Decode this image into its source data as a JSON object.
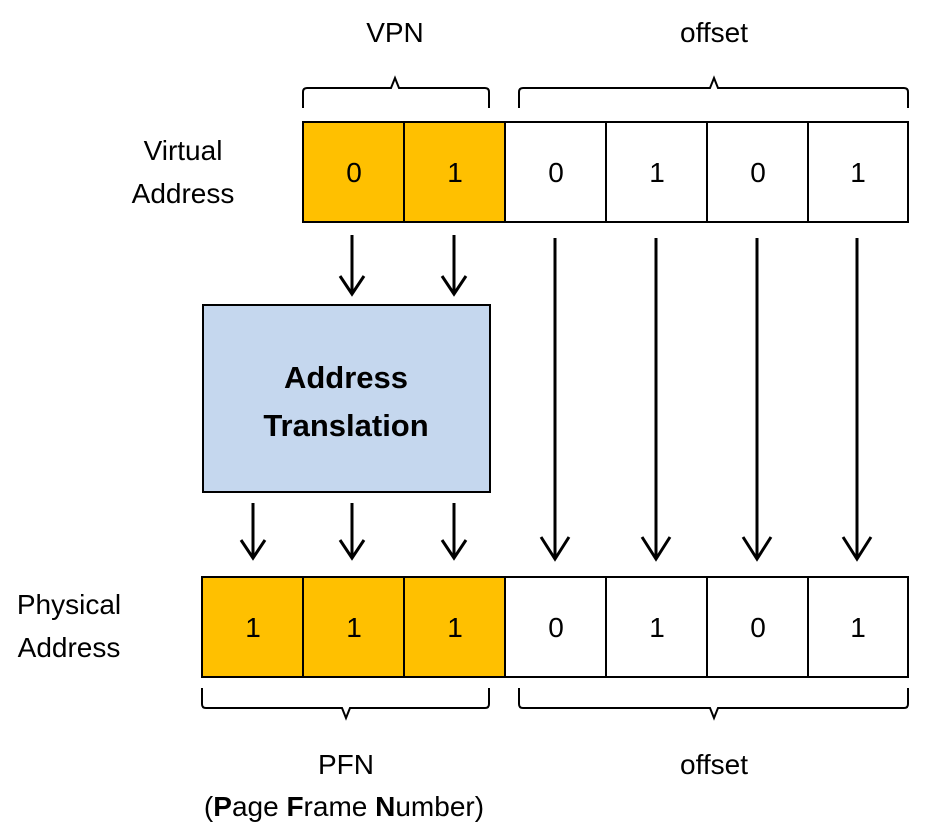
{
  "colors": {
    "vpn_cell": "#ffc000",
    "pfn_cell": "#ffc000",
    "offset_cell": "#ffffff",
    "translation_box": "#c5d7ee",
    "stroke": "#000000"
  },
  "virtual": {
    "label_line1": "Virtual",
    "label_line2": "Address",
    "vpn_label": "VPN",
    "offset_label": "offset",
    "vpn_bits": [
      "0",
      "1"
    ],
    "offset_bits": [
      "0",
      "1",
      "0",
      "1"
    ]
  },
  "translation": {
    "line1": "Address",
    "line2": "Translation"
  },
  "physical": {
    "label_line1": "Physical",
    "label_line2": "Address",
    "pfn_label": "PFN",
    "pfn_full_open": "(",
    "pfn_full_p": "P",
    "pfn_full_age": "age ",
    "pfn_full_f": "F",
    "pfn_full_rame": "rame ",
    "pfn_full_n": "N",
    "pfn_full_umber": "umber)",
    "offset_label": "offset",
    "pfn_bits": [
      "1",
      "1",
      "1"
    ],
    "offset_bits": [
      "0",
      "1",
      "0",
      "1"
    ]
  }
}
